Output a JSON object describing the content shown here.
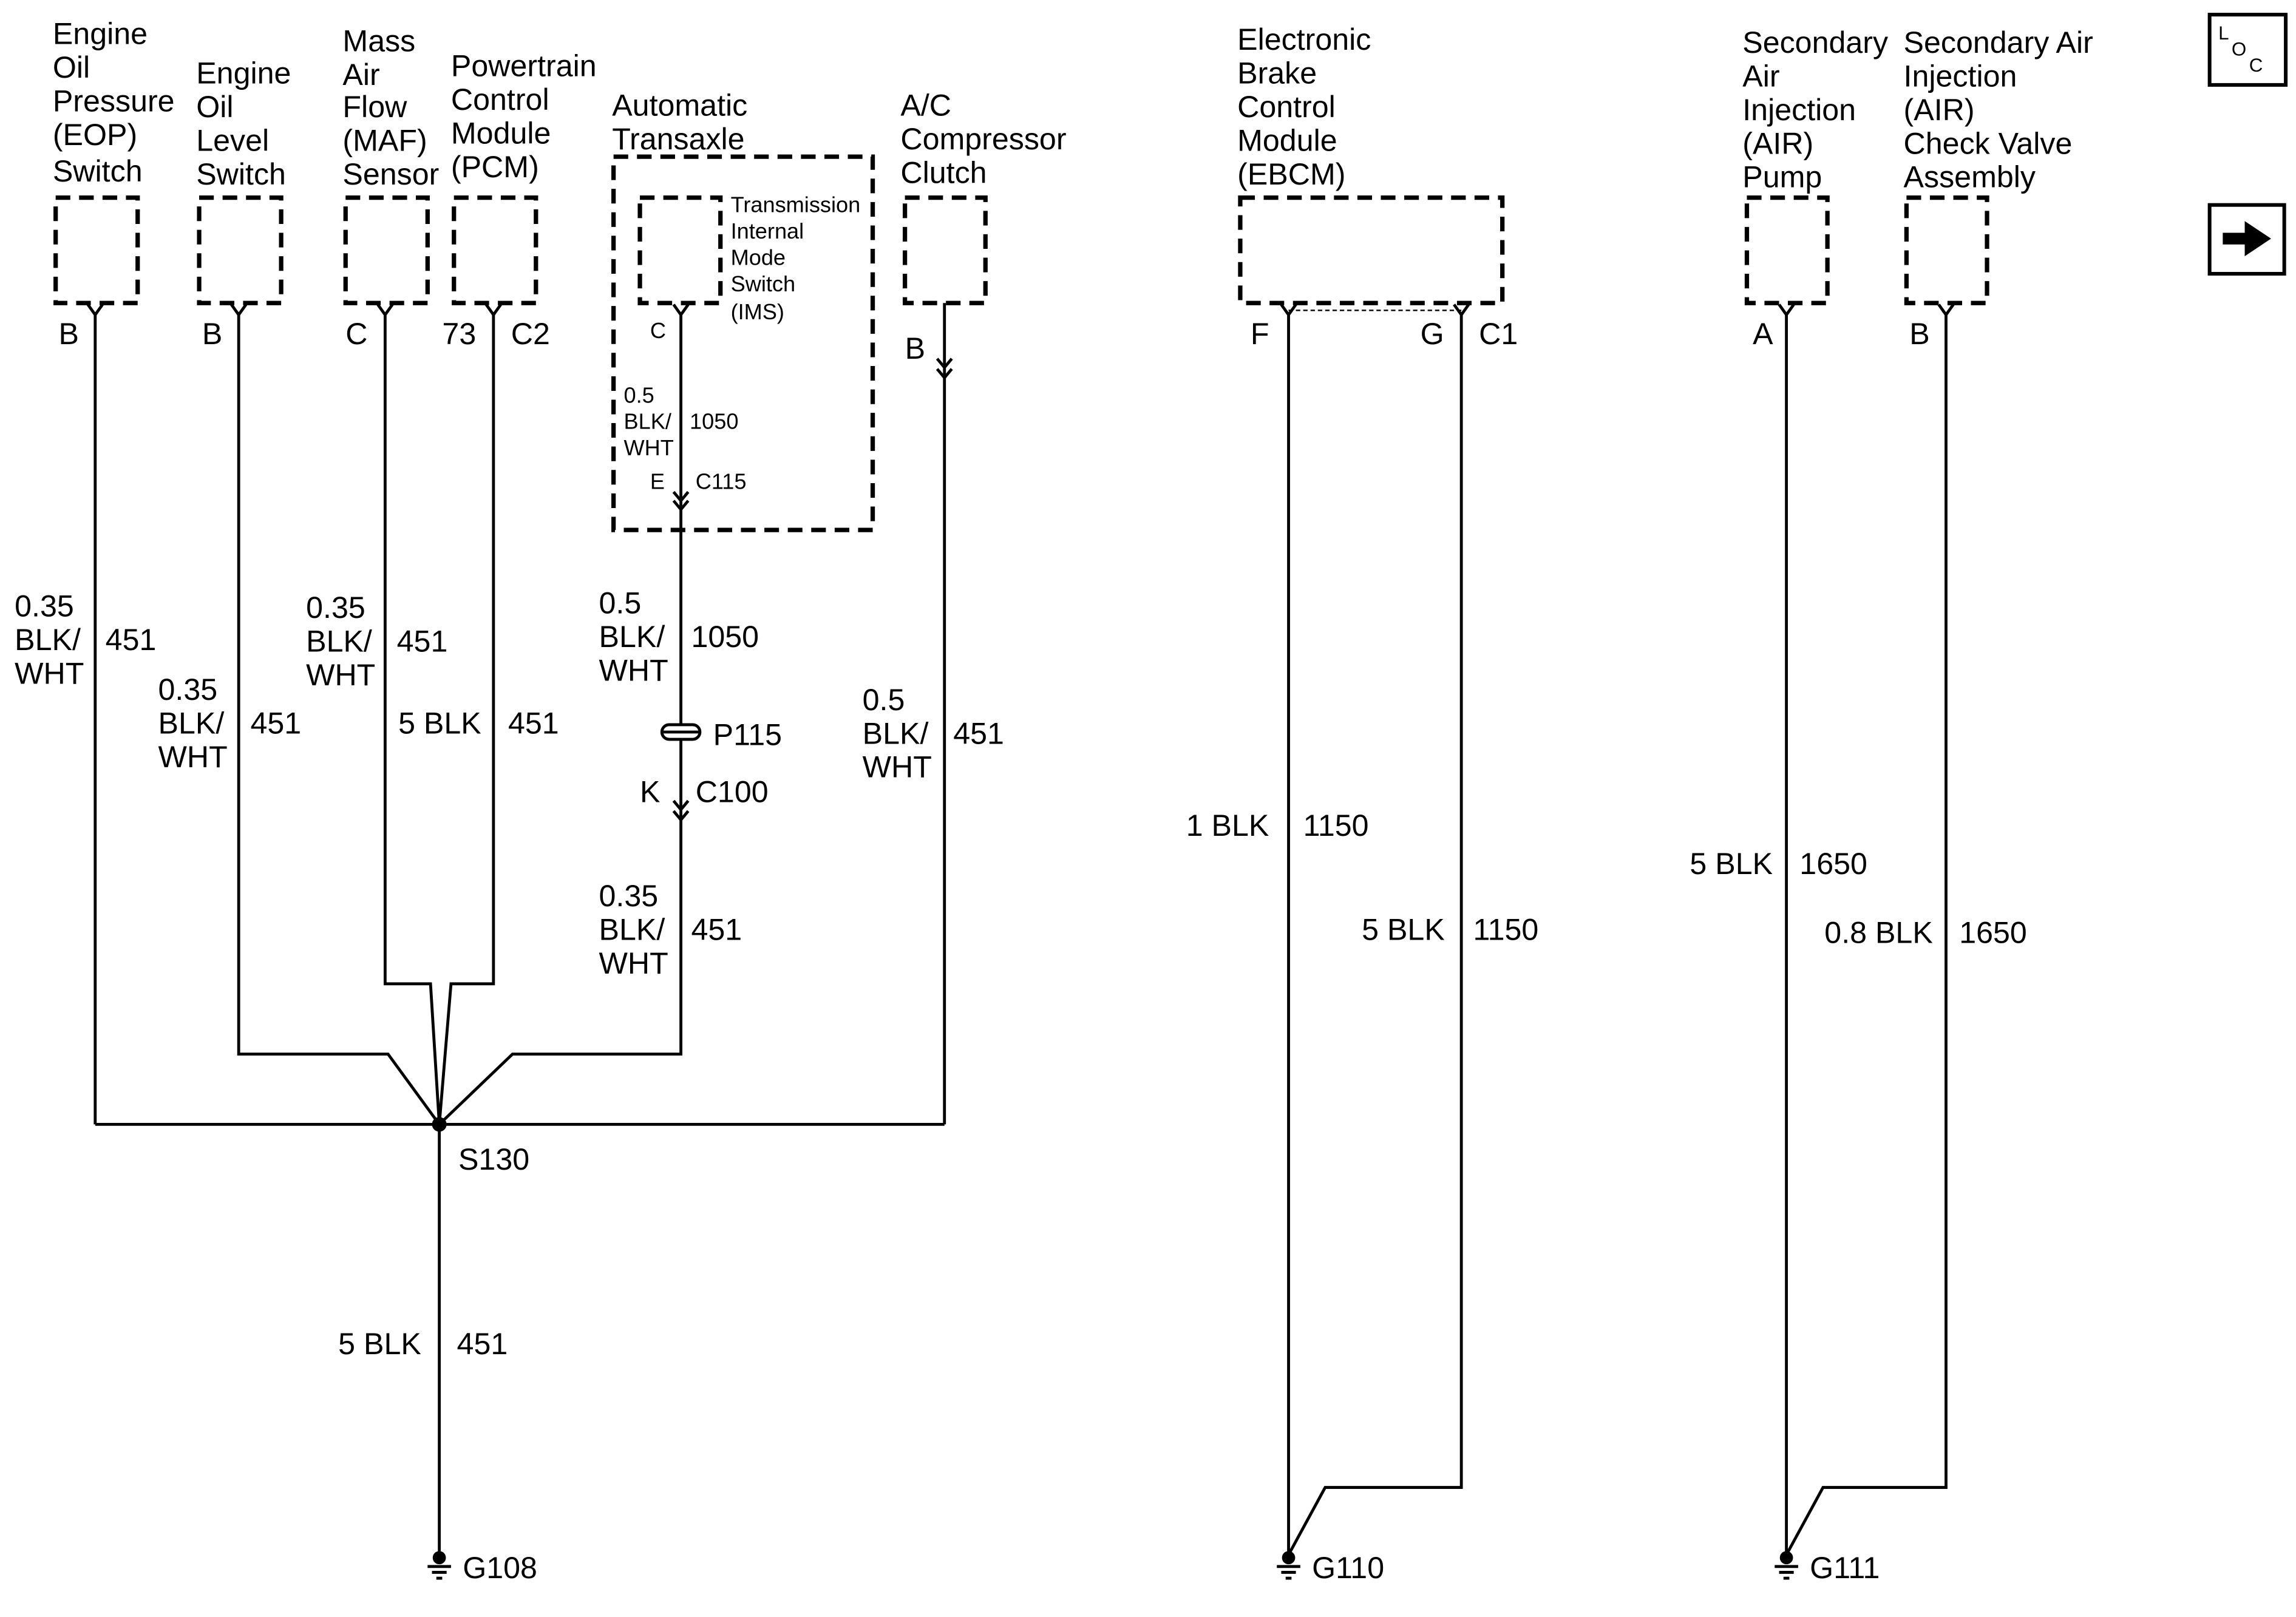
{
  "components": {
    "eop_switch": {
      "label": [
        "Engine",
        "Oil",
        "Pressure",
        "(EOP)",
        "Switch"
      ],
      "pin": "B"
    },
    "oil_level_switch": {
      "label": [
        "Engine",
        "Oil",
        "Level",
        "Switch"
      ],
      "pin": "B"
    },
    "maf_sensor": {
      "label": [
        "Mass",
        "Air",
        "Flow",
        "(MAF)",
        "Sensor"
      ],
      "pin": "C"
    },
    "pcm": {
      "label": [
        "Powertrain",
        "Control",
        "Module",
        "(PCM)"
      ],
      "pins": [
        "73",
        "C2"
      ]
    },
    "automatic_transaxle": {
      "label": [
        "Automatic",
        "Transaxle"
      ]
    },
    "ims": {
      "label": [
        "Transmission",
        "Internal",
        "Mode",
        "Switch",
        "(IMS)"
      ],
      "pin": "C"
    },
    "ac_compressor_clutch": {
      "label": [
        "A/C",
        "Compressor",
        "Clutch"
      ],
      "pin": "B"
    },
    "ebcm": {
      "label": [
        "Electronic",
        "Brake",
        "Control",
        "Module",
        "(EBCM)"
      ],
      "pins": [
        "F",
        "G",
        "C1"
      ]
    },
    "air_pump": {
      "label": [
        "Secondary",
        "Air",
        "Injection",
        "(AIR)",
        "Pump"
      ],
      "pin": "A"
    },
    "air_check_valve": {
      "label": [
        "Secondary Air",
        "Injection",
        "(AIR)",
        "Check Valve",
        "Assembly"
      ],
      "pin": "B"
    }
  },
  "wires": {
    "eop": {
      "lines": [
        "0.35",
        "BLK/",
        "WHT"
      ],
      "circuit": "451"
    },
    "oil_level": {
      "lines": [
        "0.35",
        "BLK/",
        "WHT"
      ],
      "circuit": "451"
    },
    "maf": {
      "lines": [
        "0.35",
        "BLK/",
        "WHT"
      ],
      "circuit": "451"
    },
    "pcm": {
      "lines": [
        "5 BLK"
      ],
      "circuit": "451"
    },
    "ims_internal": {
      "lines": [
        "0.5",
        "BLK/",
        "WHT"
      ],
      "circuit": "1050"
    },
    "transaxle_out": {
      "lines": [
        "0.5",
        "BLK/",
        "WHT"
      ],
      "circuit": "1050"
    },
    "transaxle_to_splice": {
      "lines": [
        "0.35",
        "BLK/",
        "WHT"
      ],
      "circuit": "451"
    },
    "ac_clutch": {
      "lines": [
        "0.5",
        "BLK/",
        "WHT"
      ],
      "circuit": "451"
    },
    "splice_to_ground": {
      "lines": [
        "5 BLK"
      ],
      "circuit": "451"
    },
    "ebcm_f": {
      "lines": [
        "1 BLK"
      ],
      "circuit": "1150"
    },
    "ebcm_g": {
      "lines": [
        "5 BLK"
      ],
      "circuit": "1150"
    },
    "air_pump": {
      "lines": [
        "5 BLK"
      ],
      "circuit": "1650"
    },
    "air_check_valve": {
      "lines": [
        "0.8 BLK"
      ],
      "circuit": "1650"
    }
  },
  "connectors": {
    "c115": {
      "name": "C115",
      "pin": "E"
    },
    "c100": {
      "name": "C100",
      "pin": "K"
    },
    "p115": {
      "name": "P115"
    }
  },
  "splices": {
    "s130": "S130"
  },
  "grounds": {
    "g108": "G108",
    "g110": "G110",
    "g111": "G111"
  },
  "nav": {
    "location_icon": "location-view-icon",
    "location_icon_letters": [
      "L",
      "O",
      "C"
    ],
    "next_icon": "right-arrow-icon"
  },
  "colors": {
    "line": "#000000",
    "background": "#ffffff"
  }
}
